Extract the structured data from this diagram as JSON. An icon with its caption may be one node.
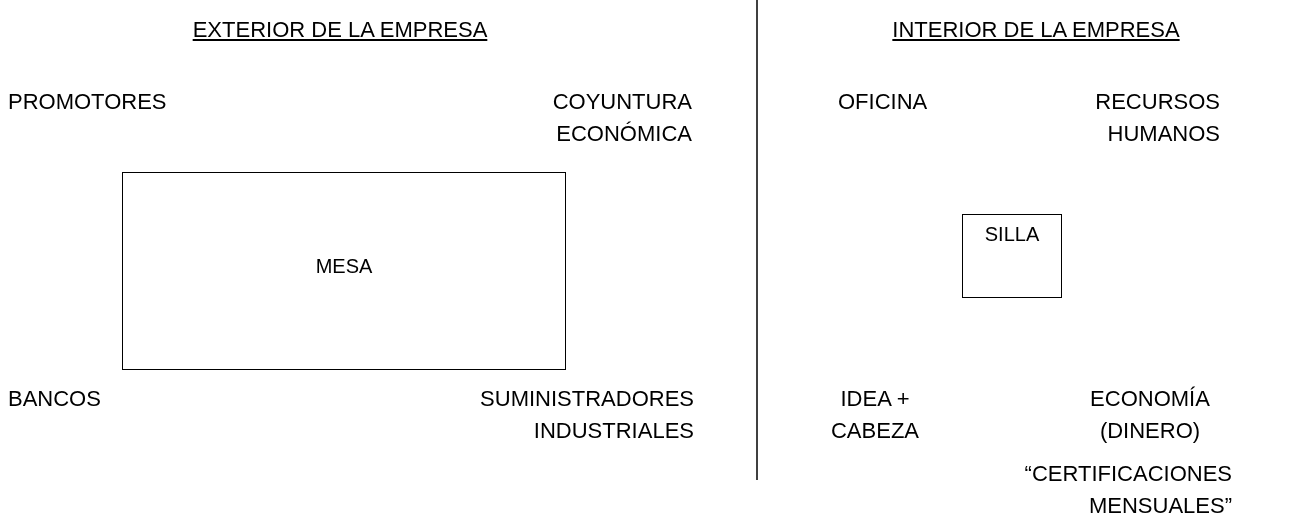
{
  "diagram": {
    "nodes": [
      {
        "text": [
          "MESA"
        ]
      },
      {
        "text": [
          "SILLA"
        ]
      }
    ],
    "edges": [],
    "labels": [
      "EXTERIOR DE LA EMPRESA",
      "INTERIOR DE LA EMPRESA",
      "PROMOTORES",
      "COYUNTURA ECONÓMICA",
      "OFICINA",
      "RECURSOS HUMANOS",
      "BANCOS",
      "SUMINISTRADORES INDUSTRIALES",
      "IDEA + CABEZA",
      "ECONOMÍA (DINERO)",
      "“CERTIFICACIONES MENSUALES”"
    ]
  }
}
